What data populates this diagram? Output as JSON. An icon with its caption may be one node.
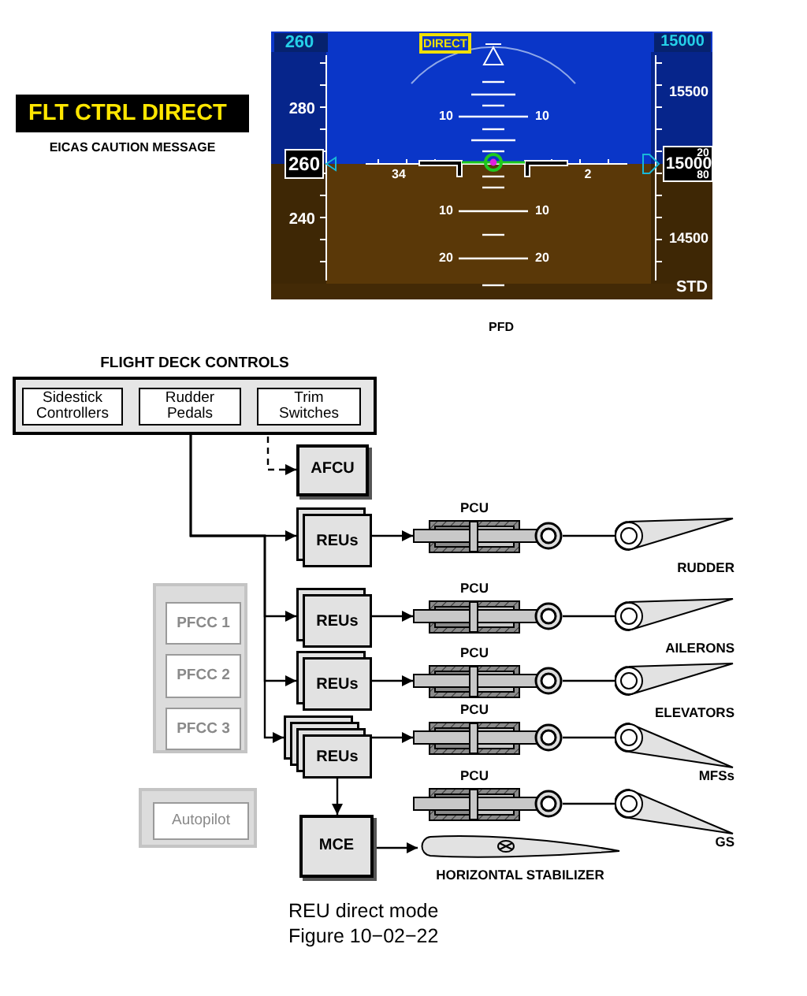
{
  "diagram": {
    "caption": "REU direct mode",
    "nodes": [
      {
        "text": [
          "DIRECT"
        ]
      },
      {
        "text": [
          "FLT CTRL DIRECT"
        ],
        "beside": [
          "EICAS CAUTION MESSAGE"
        ]
      },
      {
        "text": [
          "FLIGHT DECK CONTROLS"
        ]
      },
      {
        "text": [
          "Sidestick Controllers"
        ],
        "in": 2
      },
      {
        "text": [
          "Rudder Pedals"
        ],
        "in": 2
      },
      {
        "text": [
          "Trim Switches"
        ],
        "in": 2
      },
      {
        "text": [
          "AFCU"
        ]
      },
      {
        "text": [
          "REUs"
        ]
      },
      {
        "text": [
          "REUs"
        ]
      },
      {
        "text": [
          "REUs"
        ]
      },
      {
        "text": [
          "REUs"
        ]
      },
      {
        "text": [
          "MCE"
        ]
      },
      {
        "text": [
          "PCU"
        ]
      },
      {
        "text": [
          "PCU"
        ]
      },
      {
        "text": [
          "PCU"
        ]
      },
      {
        "text": [
          "PCU"
        ]
      },
      {
        "text": [
          "PCU"
        ]
      },
      {
        "text": [
          "RUDDER"
        ]
      },
      {
        "text": [
          "AILERONS"
        ]
      },
      {
        "text": [
          "ELEVATORS"
        ]
      },
      {
        "text": [
          "MFSs"
        ]
      },
      {
        "text": [
          "GS"
        ]
      },
      {
        "text": [
          "HORIZONTAL STABILIZER"
        ]
      },
      {
        "text": [],
        "shape": "box"
      },
      {
        "text": [
          "PFCC 1"
        ],
        "in": 23
      },
      {
        "text": [
          "PFCC 2"
        ],
        "in": 23
      },
      {
        "text": [
          "PFCC 3"
        ],
        "in": 23
      },
      {
        "text": [],
        "shape": "box"
      },
      {
        "text": [
          "Autopilot"
        ],
        "in": 27
      }
    ],
    "edges": [
      {
        "from": 4,
        "to": 7,
        "arrow": "to"
      },
      {
        "from": 4,
        "to": 8,
        "arrow": "to"
      },
      {
        "from": 4,
        "to": 9,
        "arrow": "to"
      },
      {
        "from": 4,
        "to": 10,
        "arrow": "to"
      },
      {
        "from": 5,
        "to": 6,
        "arrow": "to",
        "style": "dashed"
      },
      {
        "from": 7,
        "to": 12,
        "arrow": "to"
      },
      {
        "from": 8,
        "to": 13,
        "arrow": "to"
      },
      {
        "from": 9,
        "to": 14,
        "arrow": "to"
      },
      {
        "from": 10,
        "to": 15,
        "arrow": "to"
      },
      {
        "from": 10,
        "to": 11,
        "arrow": "to"
      },
      {
        "from": 11,
        "to": 22,
        "arrow": "to"
      },
      {
        "from": 12,
        "to": 17,
        "arrow": "none"
      },
      {
        "from": 13,
        "to": 18,
        "arrow": "none"
      },
      {
        "from": 14,
        "to": 19,
        "arrow": "none"
      },
      {
        "from": 15,
        "to": 20,
        "arrow": "none"
      },
      {
        "from": 16,
        "to": 21,
        "arrow": "none"
      }
    ],
    "labels": [
      "260",
      "15000",
      "280",
      "15500",
      "10",
      "10",
      "260",
      "34",
      "2",
      "20",
      "15000",
      "80",
      "240",
      "10",
      "10",
      "14500",
      "20",
      "20",
      "STD",
      "PFD",
      "Figure 10−02−22"
    ]
  }
}
